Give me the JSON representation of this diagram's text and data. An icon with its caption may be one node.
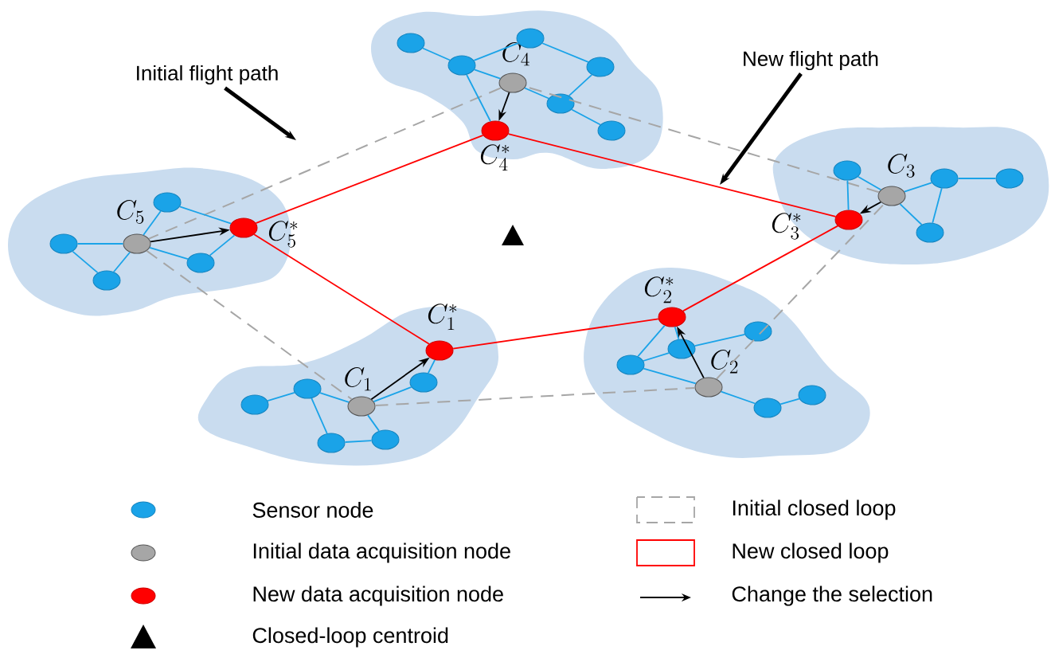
{
  "diagram": {
    "nodes": [
      {
        "text": [
          "Initial flight path"
        ]
      },
      {
        "text": [
          "New flight path"
        ]
      },
      {
        "text": [],
        "shape": "circle",
        "beside": [
          "C_4"
        ]
      },
      {
        "text": [],
        "shape": "circle",
        "beside": [
          "C_4^*"
        ]
      },
      {
        "text": [],
        "shape": "circle"
      },
      {
        "text": [],
        "shape": "circle"
      },
      {
        "text": [],
        "shape": "circle"
      },
      {
        "text": [],
        "shape": "circle"
      },
      {
        "text": [],
        "shape": "circle"
      },
      {
        "text": [],
        "shape": "circle"
      },
      {
        "text": [],
        "shape": "circle",
        "beside": [
          "C_5"
        ]
      },
      {
        "text": [],
        "shape": "circle",
        "beside": [
          "C_5^*"
        ]
      },
      {
        "text": [],
        "shape": "circle"
      },
      {
        "text": [],
        "shape": "circle"
      },
      {
        "text": [],
        "shape": "circle"
      },
      {
        "text": [],
        "shape": "circle"
      },
      {
        "text": [],
        "shape": "circle",
        "beside": [
          "C_3"
        ]
      },
      {
        "text": [],
        "shape": "circle",
        "beside": [
          "C_3^*"
        ]
      },
      {
        "text": [],
        "shape": "circle"
      },
      {
        "text": [],
        "shape": "circle"
      },
      {
        "text": [],
        "shape": "circle"
      },
      {
        "text": [],
        "shape": "circle"
      },
      {
        "text": [],
        "shape": "circle",
        "beside": [
          "C_1"
        ]
      },
      {
        "text": [],
        "shape": "circle",
        "beside": [
          "C_1^*"
        ]
      },
      {
        "text": [],
        "shape": "circle"
      },
      {
        "text": [],
        "shape": "circle"
      },
      {
        "text": [],
        "shape": "circle"
      },
      {
        "text": [],
        "shape": "circle"
      },
      {
        "text": [],
        "shape": "circle"
      },
      {
        "text": [],
        "shape": "circle",
        "beside": [
          "C_2"
        ]
      },
      {
        "text": [],
        "shape": "circle",
        "beside": [
          "C_2^*"
        ]
      },
      {
        "text": [],
        "shape": "circle"
      },
      {
        "text": [],
        "shape": "circle"
      },
      {
        "text": [],
        "shape": "circle"
      },
      {
        "text": [],
        "shape": "circle"
      },
      {
        "text": [],
        "shape": "circle"
      }
    ],
    "edges": [
      {
        "from": 23,
        "to": 30,
        "arrow": "none",
        "color": "#ff0000"
      },
      {
        "from": 30,
        "to": 17,
        "arrow": "none",
        "color": "#ff0000"
      },
      {
        "from": 17,
        "to": 3,
        "arrow": "none",
        "color": "#ff0000"
      },
      {
        "from": 3,
        "to": 11,
        "arrow": "none",
        "color": "#ff0000"
      },
      {
        "from": 11,
        "to": 23,
        "arrow": "none",
        "color": "#ff0000"
      },
      {
        "from": 22,
        "to": 29,
        "arrow": "none",
        "style": "dashed",
        "color": "#a6a6a6"
      },
      {
        "from": 29,
        "to": 16,
        "arrow": "none",
        "style": "dashed",
        "color": "#a6a6a6"
      },
      {
        "from": 16,
        "to": 2,
        "arrow": "none",
        "style": "dashed",
        "color": "#a6a6a6"
      },
      {
        "from": 2,
        "to": 10,
        "arrow": "none",
        "style": "dashed",
        "color": "#a6a6a6"
      },
      {
        "from": 10,
        "to": 22,
        "arrow": "none",
        "style": "dashed",
        "color": "#a6a6a6"
      },
      {
        "from": 22,
        "to": 23,
        "arrow": "to",
        "color": "#000000"
      },
      {
        "from": 29,
        "to": 30,
        "arrow": "to",
        "color": "#000000"
      },
      {
        "from": 16,
        "to": 17,
        "arrow": "to",
        "color": "#000000"
      },
      {
        "from": 2,
        "to": 3,
        "arrow": "to",
        "color": "#000000"
      },
      {
        "from": 10,
        "to": 11,
        "arrow": "to",
        "color": "#000000"
      },
      {
        "from": 0,
        "to": null,
        "arrow": "to",
        "style": "thick",
        "color": "#000000"
      },
      {
        "from": 1,
        "to": null,
        "arrow": "to",
        "style": "thick",
        "color": "#000000"
      },
      {
        "from": 4,
        "to": 5,
        "arrow": "none"
      },
      {
        "from": 5,
        "to": 2,
        "arrow": "none"
      },
      {
        "from": 5,
        "to": 6,
        "arrow": "none"
      },
      {
        "from": 6,
        "to": 7,
        "arrow": "none"
      },
      {
        "from": 7,
        "to": 8,
        "arrow": "none"
      },
      {
        "from": 8,
        "to": 2,
        "arrow": "none"
      },
      {
        "from": 8,
        "to": 9,
        "arrow": "none"
      },
      {
        "from": 5,
        "to": 3,
        "arrow": "none"
      },
      {
        "from": 12,
        "to": 10,
        "arrow": "none"
      },
      {
        "from": 12,
        "to": 13,
        "arrow": "none"
      },
      {
        "from": 13,
        "to": 10,
        "arrow": "none"
      },
      {
        "from": 10,
        "to": 14,
        "arrow": "none"
      },
      {
        "from": 14,
        "to": 11,
        "arrow": "none"
      },
      {
        "from": 15,
        "to": 11,
        "arrow": "none"
      },
      {
        "from": 10,
        "to": 15,
        "arrow": "none"
      },
      {
        "from": 18,
        "to": 17,
        "arrow": "none"
      },
      {
        "from": 18,
        "to": 16,
        "arrow": "none"
      },
      {
        "from": 16,
        "to": 19,
        "arrow": "none"
      },
      {
        "from": 19,
        "to": 20,
        "arrow": "none"
      },
      {
        "from": 19,
        "to": 21,
        "arrow": "none"
      },
      {
        "from": 16,
        "to": 21,
        "arrow": "none"
      },
      {
        "from": 24,
        "to": 25,
        "arrow": "none"
      },
      {
        "from": 25,
        "to": 22,
        "arrow": "none"
      },
      {
        "from": 25,
        "to": 26,
        "arrow": "none"
      },
      {
        "from": 26,
        "to": 27,
        "arrow": "none"
      },
      {
        "from": 27,
        "to": 22,
        "arrow": "none"
      },
      {
        "from": 22,
        "to": 28,
        "arrow": "none"
      },
      {
        "from": 28,
        "to": 23,
        "arrow": "none"
      },
      {
        "from": 31,
        "to": 30,
        "arrow": "none"
      },
      {
        "from": 31,
        "to": 29,
        "arrow": "none"
      },
      {
        "from": 31,
        "to": 32,
        "arrow": "none"
      },
      {
        "from": 32,
        "to": 33,
        "arrow": "none"
      },
      {
        "from": 32,
        "to": 30,
        "arrow": "none"
      },
      {
        "from": 29,
        "to": 34,
        "arrow": "none"
      },
      {
        "from": 34,
        "to": 35,
        "arrow": "none"
      }
    ],
    "legend": [
      {
        "text": "Sensor node",
        "color": "#1aa3e8"
      },
      {
        "text": "Initial data acquisition node",
        "color": "#a6a6a6"
      },
      {
        "text": "New data acquisition node",
        "color": "#ff0000"
      },
      {
        "text": "Closed-loop centroid"
      },
      {
        "text": "Initial closed loop"
      },
      {
        "text": "New closed loop"
      },
      {
        "text": "Change the selection"
      }
    ]
  }
}
